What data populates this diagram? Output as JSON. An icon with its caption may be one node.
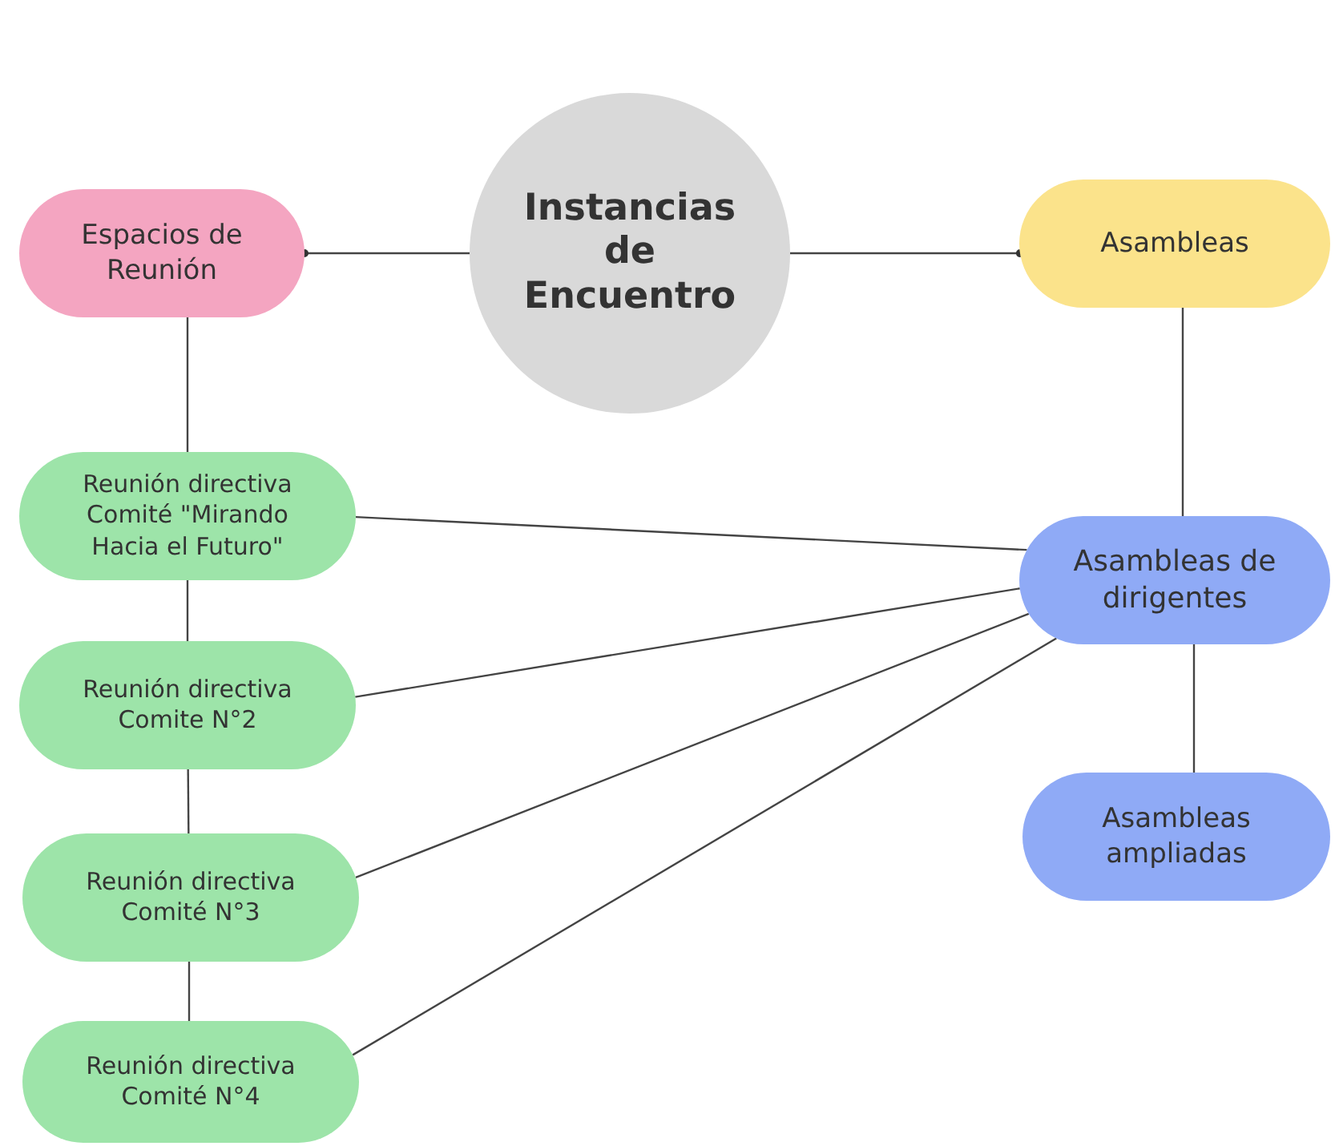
{
  "diagram": {
    "nodes": [
      {
        "text": [
          "Espacios de Reunión"
        ]
      },
      {
        "text": [
          "Instancias de Encuentro"
        ]
      },
      {
        "text": [
          "Asambleas"
        ]
      },
      {
        "text": [
          "Reunión directiva Comité \"Mirando Hacia el Futuro\""
        ]
      },
      {
        "text": [
          "Asambleas de dirigentes"
        ]
      },
      {
        "text": [
          "Reunión directiva Comite N°2"
        ]
      },
      {
        "text": [
          "Asambleas ampliadas"
        ]
      },
      {
        "text": [
          "Reunión directiva Comité N°3"
        ]
      },
      {
        "text": [
          "Reunión directiva Comité N°4"
        ]
      }
    ],
    "edges": [
      {
        "from": 1,
        "to": 0,
        "arrow": "other"
      },
      {
        "from": 1,
        "to": 2,
        "arrow": "other"
      },
      {
        "from": 0,
        "to": 3,
        "arrow": "none"
      },
      {
        "from": 3,
        "to": 5,
        "arrow": "none"
      },
      {
        "from": 5,
        "to": 7,
        "arrow": "none"
      },
      {
        "from": 7,
        "to": 8,
        "arrow": "none"
      },
      {
        "from": 2,
        "to": 4,
        "arrow": "none"
      },
      {
        "from": 4,
        "to": 6,
        "arrow": "none"
      },
      {
        "from": 3,
        "to": 4,
        "arrow": "none"
      },
      {
        "from": 5,
        "to": 4,
        "arrow": "none"
      },
      {
        "from": 7,
        "to": 4,
        "arrow": "none"
      },
      {
        "from": 8,
        "to": 4,
        "arrow": "none"
      }
    ]
  }
}
